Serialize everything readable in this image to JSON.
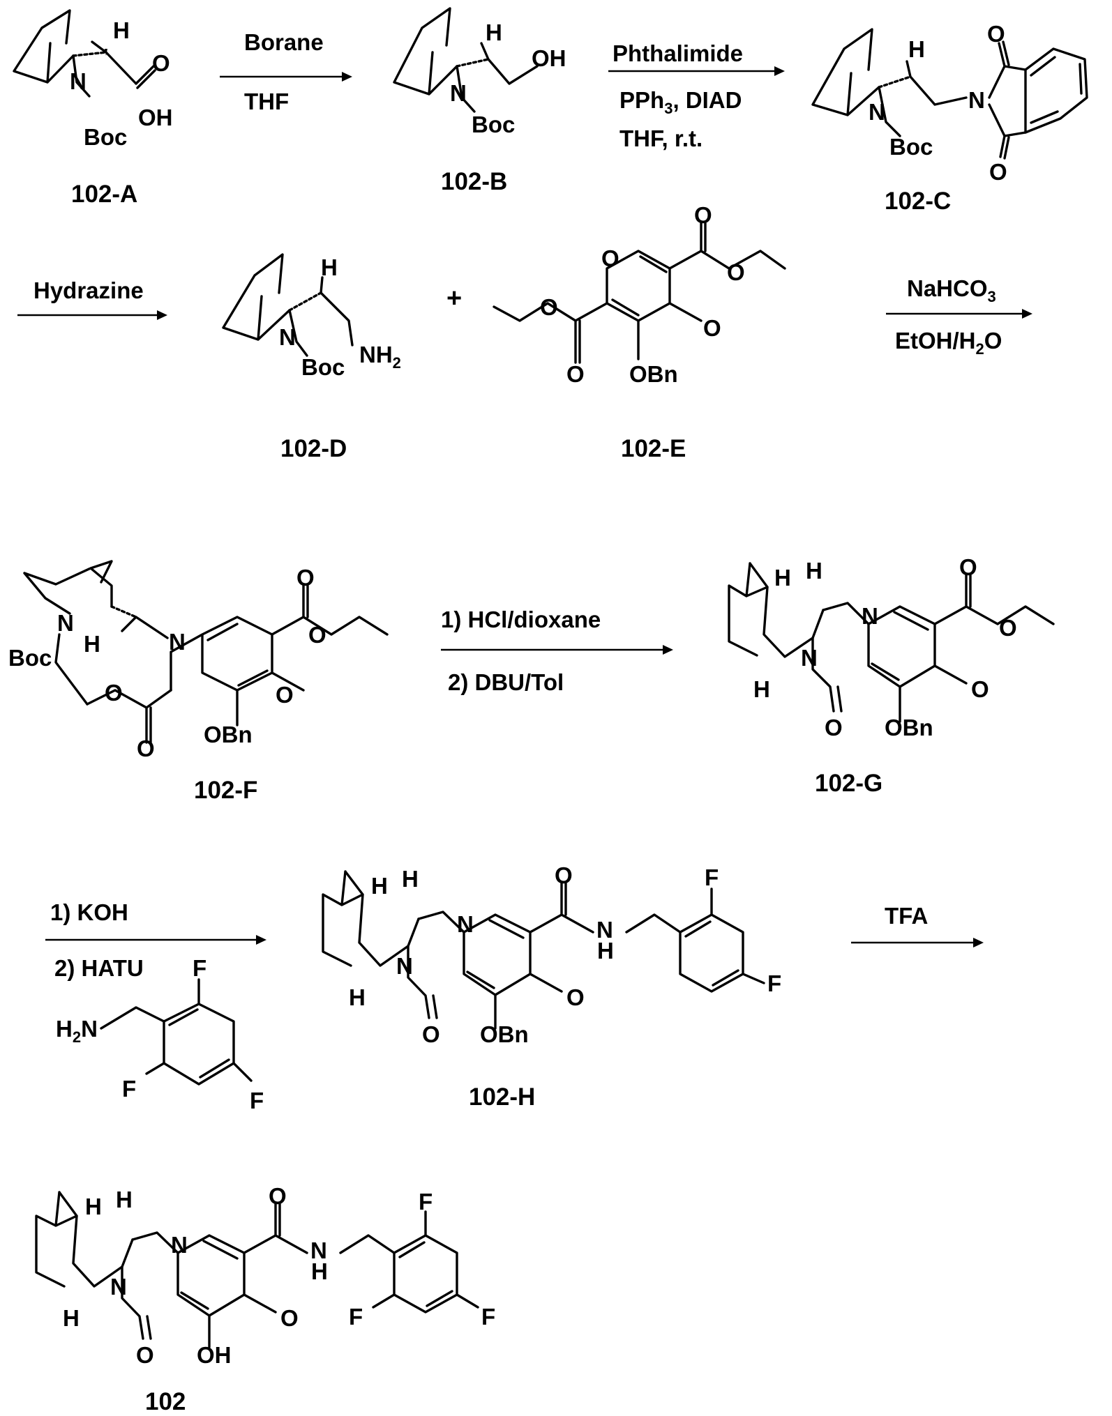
{
  "compounds": {
    "c102A": "102-A",
    "c102B": "102-B",
    "c102C": "102-C",
    "c102D": "102-D",
    "c102E": "102-E",
    "c102F": "102-F",
    "c102G": "102-G",
    "c102H": "102-H",
    "c102": "102"
  },
  "reagents": {
    "step1_top": "Borane",
    "step1_bottom": "THF",
    "step2_top": "Phthalimide",
    "step2_mid_main": "PPh",
    "step2_mid_sub": "3",
    "step2_mid_rest": ", DIAD",
    "step2_bottom": "THF, r.t.",
    "step3_top": "Hydrazine",
    "plus": "+",
    "step4_top_main": "NaHCO",
    "step4_top_sub": "3",
    "step4_bottom_a": "EtOH/H",
    "step4_bottom_sub": "2",
    "step4_bottom_b": "O",
    "step5_top": "1) HCl/dioxane",
    "step5_bottom": "2) DBU/Tol",
    "step6_top": "1) KOH",
    "step6_bottom": "2) HATU",
    "step7_top": "TFA"
  },
  "atoms": {
    "H": "H",
    "N": "N",
    "O": "O",
    "F": "F",
    "OH": "OH",
    "Boc": "Boc",
    "OBn": "OBn",
    "NH_N": "N",
    "NH_H": "H",
    "NH2_main": "NH",
    "NH2_sub": "2",
    "H2N_H": "H",
    "H2N_sub": "2",
    "H2N_N": "N"
  }
}
